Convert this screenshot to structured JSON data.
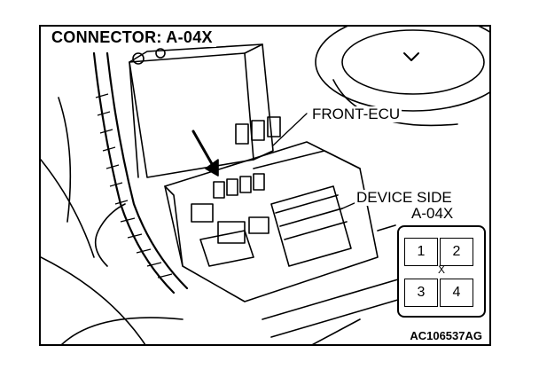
{
  "title": "CONNECTOR: A-04X",
  "callouts": {
    "ecu_label": "FRONT-ECU",
    "device_side_label": "DEVICE SIDE",
    "device_connector_label": "A-04X"
  },
  "connector": {
    "pins": [
      "1",
      "2",
      "3",
      "4"
    ],
    "center_mark": "X"
  },
  "figure_code": "AC106537AG"
}
